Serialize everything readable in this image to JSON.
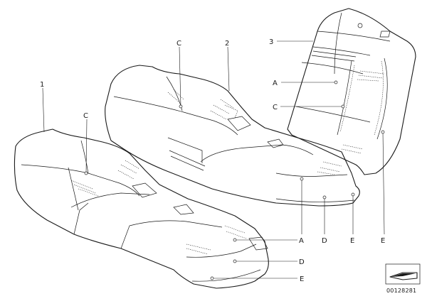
{
  "callouts": [
    {
      "id": "part-1",
      "text": "1"
    },
    {
      "id": "part-2",
      "text": "2"
    },
    {
      "id": "part-3",
      "text": "3"
    },
    {
      "id": "c-top",
      "text": "C"
    },
    {
      "id": "c-left",
      "text": "C"
    },
    {
      "id": "c-back",
      "text": "C"
    },
    {
      "id": "a-back",
      "text": "A"
    },
    {
      "id": "a-bottom",
      "text": "A"
    },
    {
      "id": "d-right",
      "text": "D"
    },
    {
      "id": "d-bottom",
      "text": "D"
    },
    {
      "id": "e-bottom",
      "text": "E"
    },
    {
      "id": "e-mid",
      "text": "E"
    },
    {
      "id": "e-side",
      "text": "E"
    }
  ],
  "document_id": "00128281",
  "icon": "seat-cover-symbol-icon"
}
